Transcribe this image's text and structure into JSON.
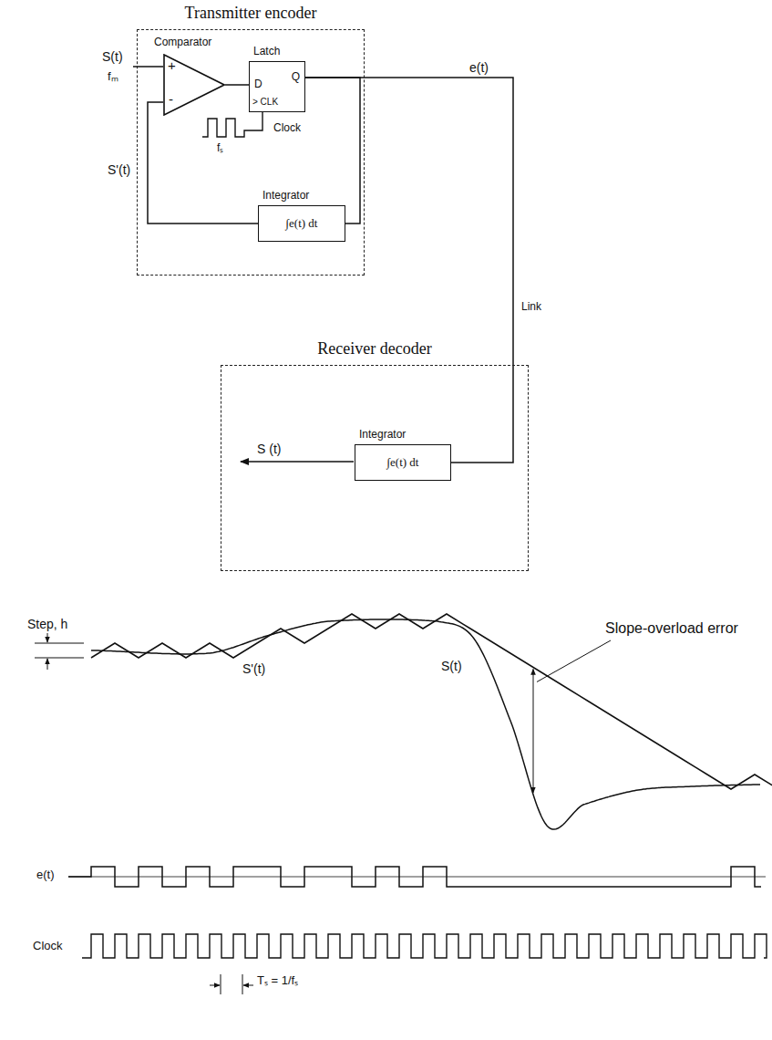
{
  "diagram": {
    "nodes": [
      {
        "text": [
          "Transmitter encoder"
        ]
      },
      {
        "text": [
          "Comparator",
          "+",
          "-"
        ],
        "in": 0
      },
      {
        "text": [
          "Latch",
          "D",
          "Q",
          "> CLK"
        ],
        "in": 0
      },
      {
        "text": [
          "Integrator",
          "∫e(t) dt"
        ],
        "in": 0
      },
      {
        "text": [
          "Receiver decoder"
        ]
      },
      {
        "text": [
          "Integrator",
          "∫e(t) dt"
        ],
        "in": 4
      }
    ],
    "edges": [
      {
        "from": 1,
        "to": 2,
        "arrow": "none"
      },
      {
        "from": 2,
        "to": 3,
        "arrow": "none"
      },
      {
        "from": 3,
        "to": 1,
        "arrow": "none"
      },
      {
        "from": 2,
        "to": 5,
        "arrow": "none"
      }
    ],
    "labels": [
      "S(t)",
      "fₘ",
      "S'(t)",
      "Clock",
      "fₛ",
      "e(t)",
      "Link",
      "S (t)",
      "Step, h",
      "S'(t)",
      "S(t)",
      "Slope-overload error",
      "e(t)",
      "Clock",
      "Tₛ = 1/fₛ"
    ]
  }
}
